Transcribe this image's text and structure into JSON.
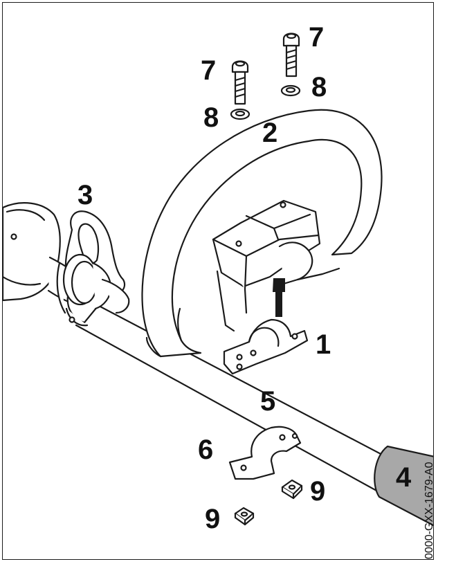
{
  "callouts": {
    "c1": "1",
    "c2": "2",
    "c3": "3",
    "c4": "4",
    "c5": "5",
    "c6": "6",
    "c7a": "7",
    "c7b": "7",
    "c8a": "8",
    "c8b": "8",
    "c9a": "9",
    "c9b": "9"
  },
  "drawing_code": "0000-GXX-1679-A0",
  "colors": {
    "line": "#1a1a1a",
    "fill": "#ffffff",
    "shaft_cap": "#a8a8a8"
  }
}
